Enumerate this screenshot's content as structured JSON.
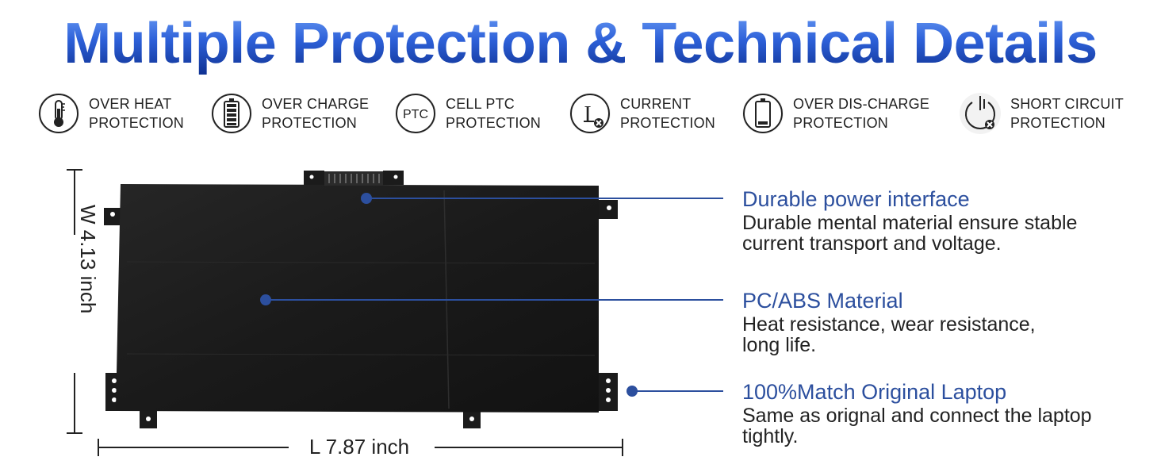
{
  "title": "Multiple Protection & Technical Details",
  "features": [
    {
      "icon": "thermometer-icon",
      "line1": "OVER HEAT",
      "line2": "PROTECTION"
    },
    {
      "icon": "battery-full-icon",
      "line1": "OVER CHARGE",
      "line2": "PROTECTION"
    },
    {
      "icon": "ptc-icon",
      "icon_text": "PTC",
      "line1": "CELL PTC",
      "line2": "PROTECTION"
    },
    {
      "icon": "current-icon",
      "icon_text": "I",
      "line1": "CURRENT",
      "line2": "PROTECTION"
    },
    {
      "icon": "battery-low-icon",
      "line1": "OVER DIS-CHARGE",
      "line2": "PROTECTION"
    },
    {
      "icon": "power-short-icon",
      "line1": "SHORT CIRCUIT",
      "line2": "PROTECTION"
    }
  ],
  "dimensions": {
    "width_label": "W 4.13 inch",
    "length_label": "L 7.87 inch"
  },
  "callouts": [
    {
      "title": "Durable power interface",
      "desc_line1": "Durable mental material ensure stable",
      "desc_line2": "current transport and voltage."
    },
    {
      "title": "PC/ABS Material",
      "desc_line1": "Heat resistance, wear resistance,",
      "desc_line2": "long life."
    },
    {
      "title": "100%Match Original Laptop",
      "desc_line1": "Same as orignal and connect the laptop",
      "desc_line2": "tightly."
    }
  ],
  "colors": {
    "accent": "#2c4f9e",
    "title_top": "#6a9cf5",
    "title_bottom": "#0d2f8f",
    "battery_body": "#1c1c1c"
  }
}
